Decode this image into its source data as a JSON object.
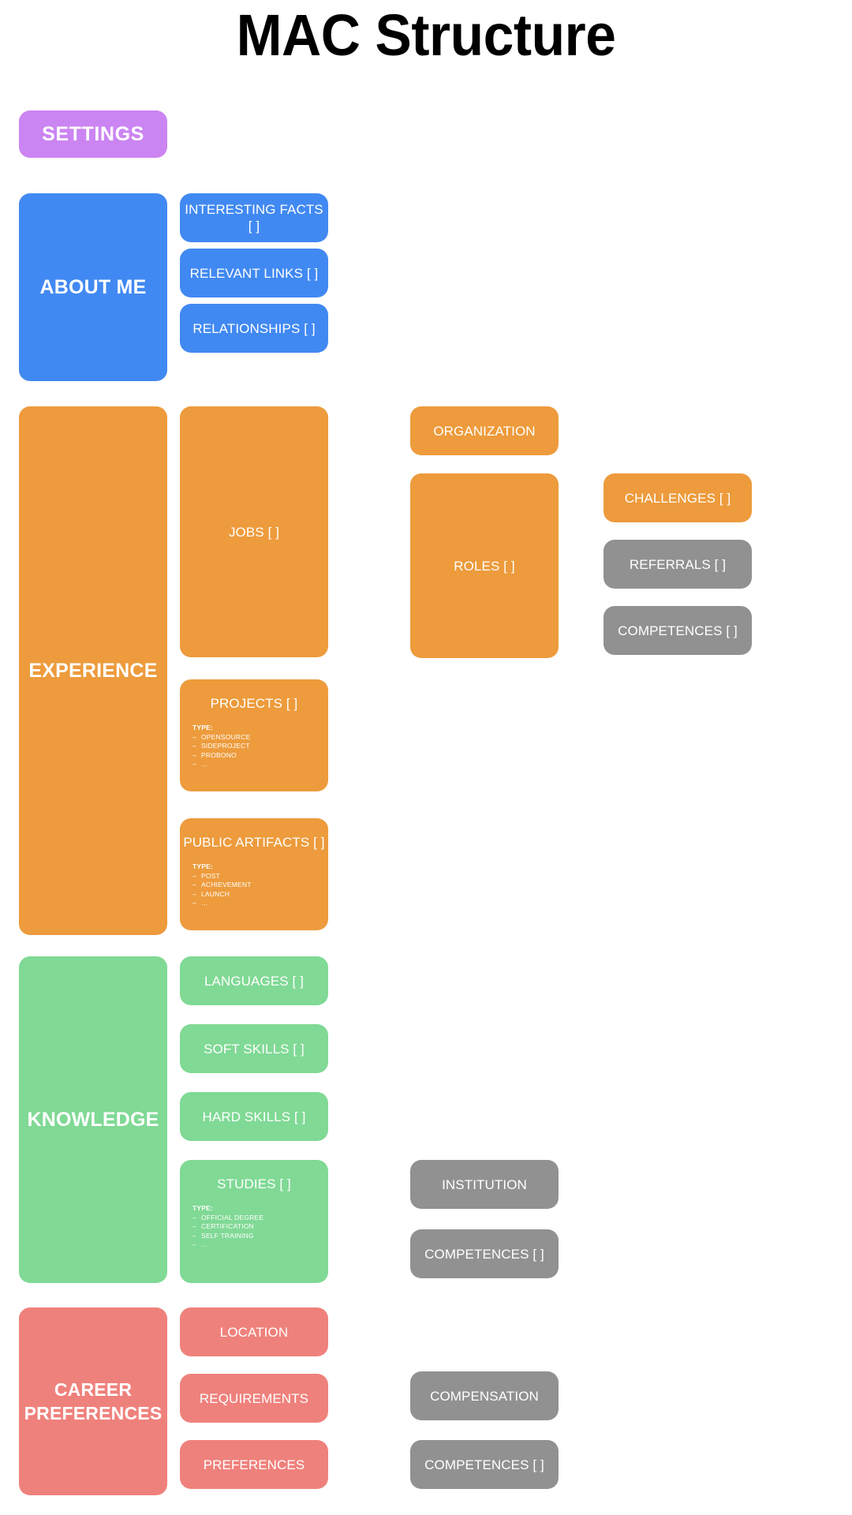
{
  "page": {
    "title": "MAC Structure",
    "background": "#ffffff"
  },
  "colors": {
    "settings": "#cb85f2",
    "about_me": "#4189f2",
    "experience": "#ed9b3c",
    "knowledge": "#80d995",
    "career_preferences": "#ef817c",
    "secondary": "#919191",
    "text": "#ffffff",
    "title": "#000000"
  },
  "sections": {
    "settings": {
      "label": "SETTINGS"
    },
    "about_me": {
      "label": "ABOUT ME",
      "children": [
        {
          "label": "INTERESTING FACTS [ ]"
        },
        {
          "label": "RELEVANT LINKS [ ]"
        },
        {
          "label": "RELATIONSHIPS [ ]"
        }
      ]
    },
    "experience": {
      "label": "EXPERIENCE",
      "jobs": {
        "label": "JOBS [ ]"
      },
      "organization": {
        "label": "ORGANIZATION"
      },
      "roles": {
        "label": "ROLES [ ]"
      },
      "challenges": {
        "label": "CHALLENGES [ ]"
      },
      "referrals": {
        "label": "REFERRALS [ ]"
      },
      "competences": {
        "label": "COMPETENCES [ ]"
      },
      "projects": {
        "label": "PROJECTS [ ]",
        "type_title": "TYPE:",
        "types": [
          "OPENSOURCE",
          "SIDEPROJECT",
          "PROBONO",
          "…"
        ]
      },
      "public_artifacts": {
        "label": "PUBLIC ARTIFACTS [ ]",
        "type_title": "TYPE:",
        "types": [
          "POST",
          "ACHIEVEMENT",
          "LAUNCH",
          "…"
        ]
      }
    },
    "knowledge": {
      "label": "KNOWLEDGE",
      "languages": {
        "label": "LANGUAGES [ ]"
      },
      "soft_skills": {
        "label": "SOFT SKILLS [ ]"
      },
      "hard_skills": {
        "label": "HARD SKILLS [ ]"
      },
      "studies": {
        "label": "STUDIES [ ]",
        "type_title": "TYPE:",
        "types": [
          "OFFICIAL DEGREE",
          "CERTIFICATION",
          "SELF TRAINING",
          "…"
        ]
      },
      "institution": {
        "label": "INSTITUTION"
      },
      "competences": {
        "label": "COMPETENCES [ ]"
      }
    },
    "career_preferences": {
      "label": "CAREER PREFERENCES",
      "location": {
        "label": "LOCATION"
      },
      "requirements": {
        "label": "REQUIREMENTS"
      },
      "preferences": {
        "label": "PREFERENCES"
      },
      "compensation": {
        "label": "COMPENSATION"
      },
      "competences": {
        "label": "COMPETENCES [ ]"
      }
    }
  }
}
